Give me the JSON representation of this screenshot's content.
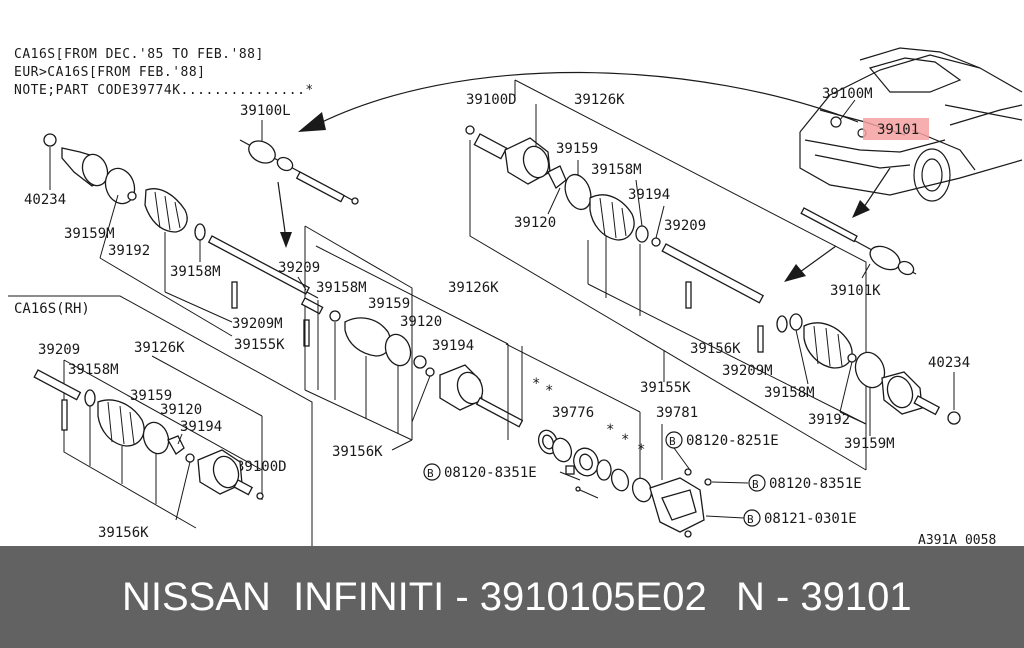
{
  "notes": {
    "line1": "CA16S[FROM DEC.'85 TO FEB.'88]",
    "line2": "EUR>CA16S[FROM FEB.'88]",
    "line3": "NOTE;PART CODE39774K...............*"
  },
  "section_label": "CA16S(RH)",
  "labels": {
    "p39100L": "39100L",
    "p39100M": "39100M",
    "p39101": "39101",
    "p39101K": "39101K",
    "p40234_left": "40234",
    "p40234_right": "40234",
    "p39159M_left": "39159M",
    "p39192_left": "39192",
    "p39158M_a": "39158M",
    "p39209": "39209",
    "p39158M_b": "39158M",
    "p39159_mid": "39159",
    "p39120_mid": "39120",
    "p39194_mid": "39194",
    "p39126K_mid": "39126K",
    "p39209M_a": "39209M",
    "p39155K_a": "39155K",
    "p39156K_mid": "39156K",
    "p39100D_top": "39100D",
    "p39126K_top": "39126K",
    "p39159_top": "39159",
    "p39158M_top": "39158M",
    "p39120_top": "39120",
    "p39194_top": "39194",
    "p39209_top": "39209",
    "p39156K_top": "39156K",
    "p39155K_b": "39155K",
    "p39209M_b": "39209M",
    "p39158M_c": "39158M",
    "p39192_right": "39192",
    "p39159M_right": "39159M",
    "p39776": "39776",
    "p39781": "39781",
    "b08120_8251E": "08120-8251E",
    "b08120_8351E_a": "08120-8351E",
    "b08120_8351E_b": "08120-8351E",
    "b08121_0301E": "08121-0301E",
    "rh_39209": "39209",
    "rh_39126K": "39126K",
    "rh_39158M": "39158M",
    "rh_39159": "39159",
    "rh_39120": "39120",
    "rh_39194": "39194",
    "rh_39100D": "39100D",
    "rh_39156K": "39156K",
    "ref_code": "A391A 0058",
    "bolt_symbol": "B",
    "asterisk": "*"
  },
  "banner": {
    "left_text": "NISSAN  INFINITI - 3910105E02",
    "right_text": "N - 39101"
  },
  "colors": {
    "banner_bg": "#626262",
    "banner_text": "#ffffff",
    "highlight": "#f4a0a0",
    "line": "#1a1a1a"
  }
}
